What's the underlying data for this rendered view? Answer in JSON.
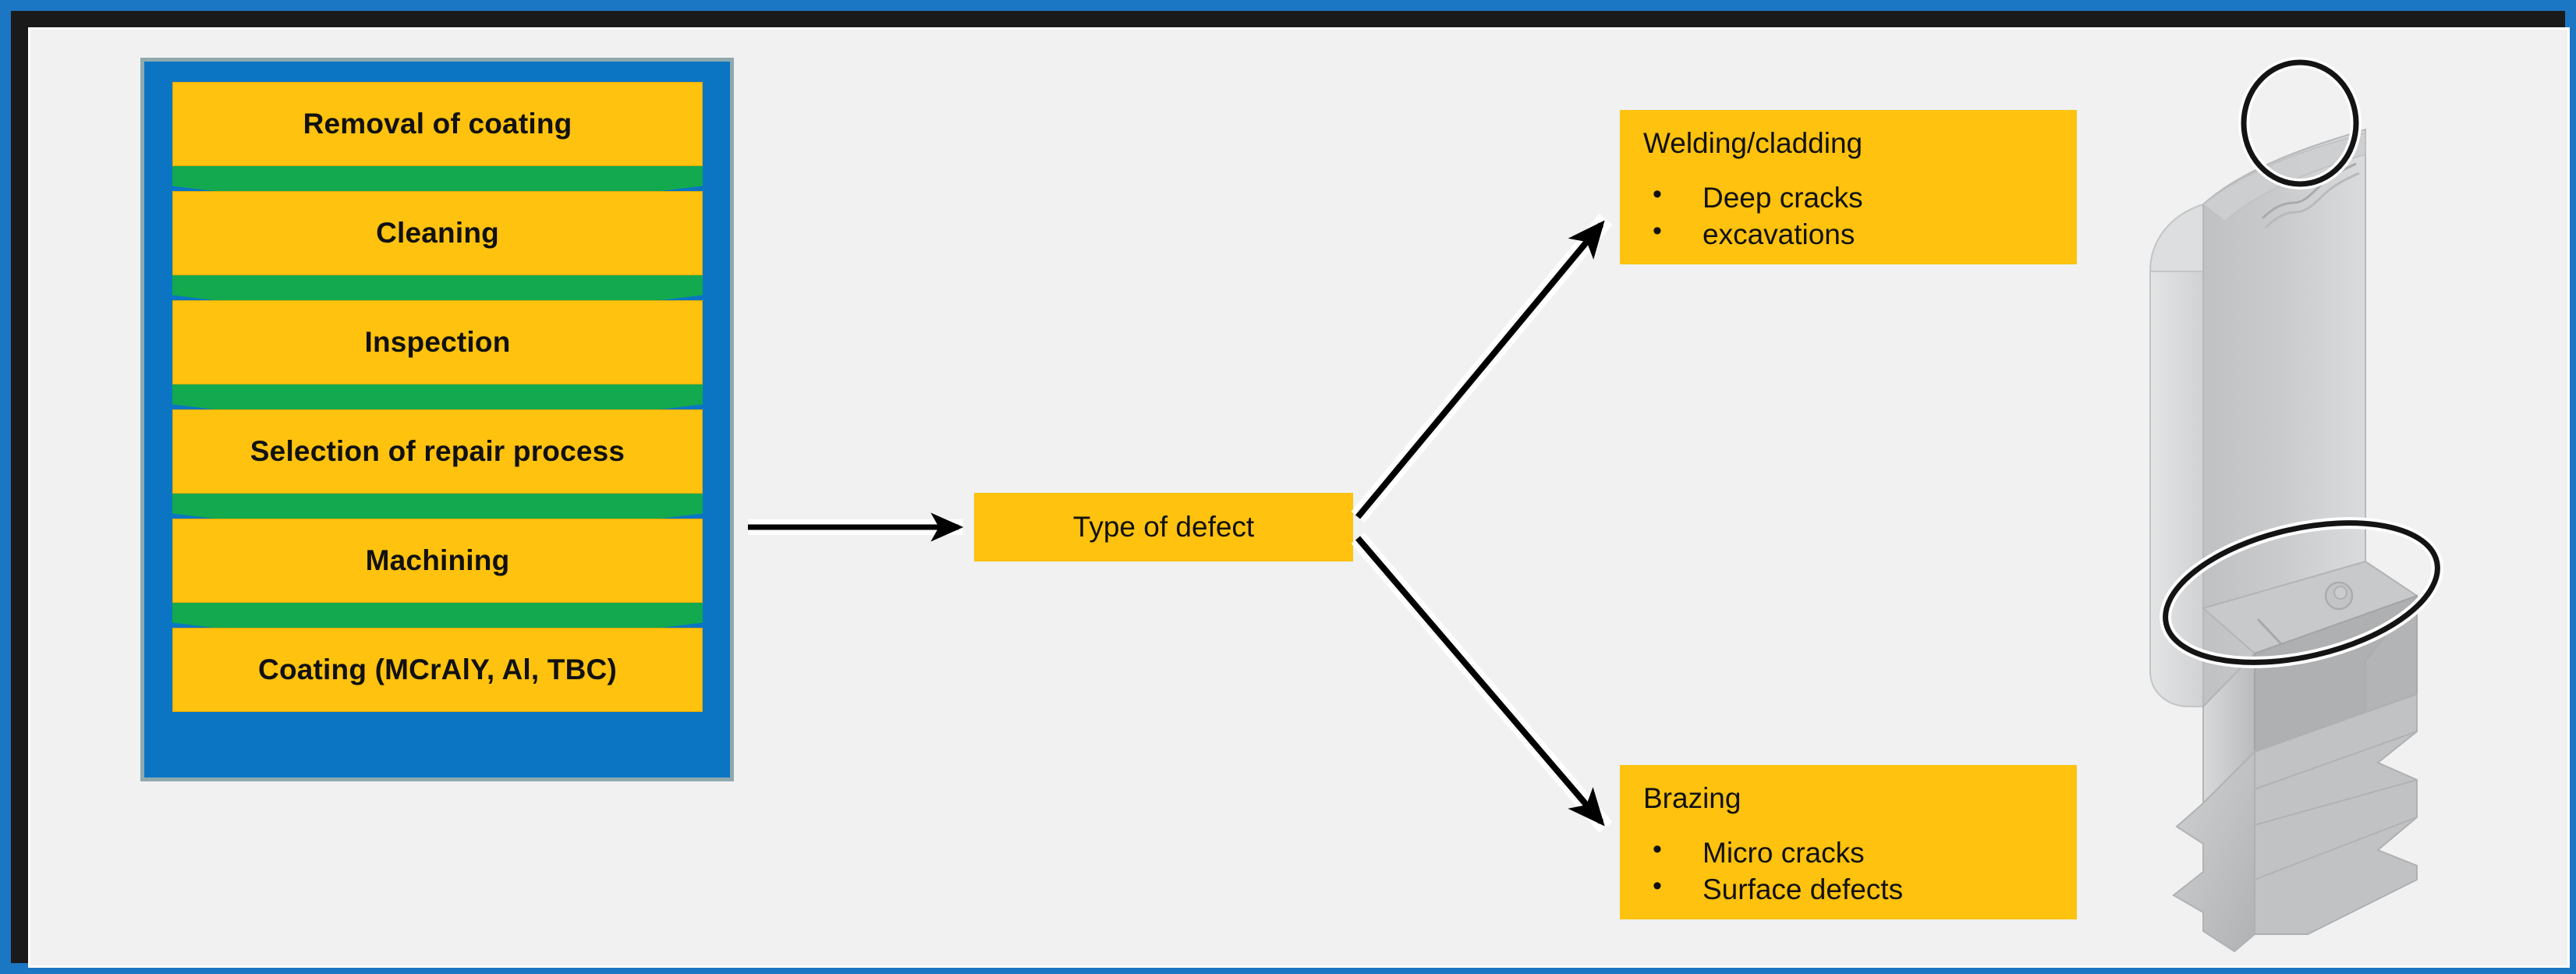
{
  "slide": {
    "background_color": "#f1f1f1",
    "frame_color": "#1b76c4",
    "frame_inner_color": "#1a1a1a"
  },
  "colors": {
    "yellow": "#ffc20e",
    "blue_panel": "#0b75c4",
    "green_chevron": "#13a94e",
    "panel_border": "#8fa9ad",
    "arrow": "#000000",
    "blade_light": "#d5d7d9",
    "blade_mid": "#c0c2c4",
    "blade_dark": "#a9abad"
  },
  "process_panel": {
    "name": "repair-process-sequence",
    "steps": [
      {
        "label": "Removal of coating"
      },
      {
        "label": "Cleaning"
      },
      {
        "label": "Inspection"
      },
      {
        "label": "Selection of repair process"
      },
      {
        "label": "Machining"
      },
      {
        "label": "Coating (MCrAlY, Al, TBC)"
      }
    ]
  },
  "decision": {
    "label": "Type of defect"
  },
  "outcomes": [
    {
      "key": "welding",
      "title": "Welding/cladding",
      "bullets": [
        "Deep cracks",
        "excavations"
      ]
    },
    {
      "key": "brazing",
      "title": "Brazing",
      "bullets": [
        "Micro cracks",
        "Surface defects"
      ]
    }
  ],
  "illustration": {
    "name": "turbine-blade-diagram",
    "annotations": [
      {
        "name": "tip-defect-circle",
        "shape": "circle"
      },
      {
        "name": "platform-defect-ellipse",
        "shape": "ellipse"
      }
    ]
  }
}
